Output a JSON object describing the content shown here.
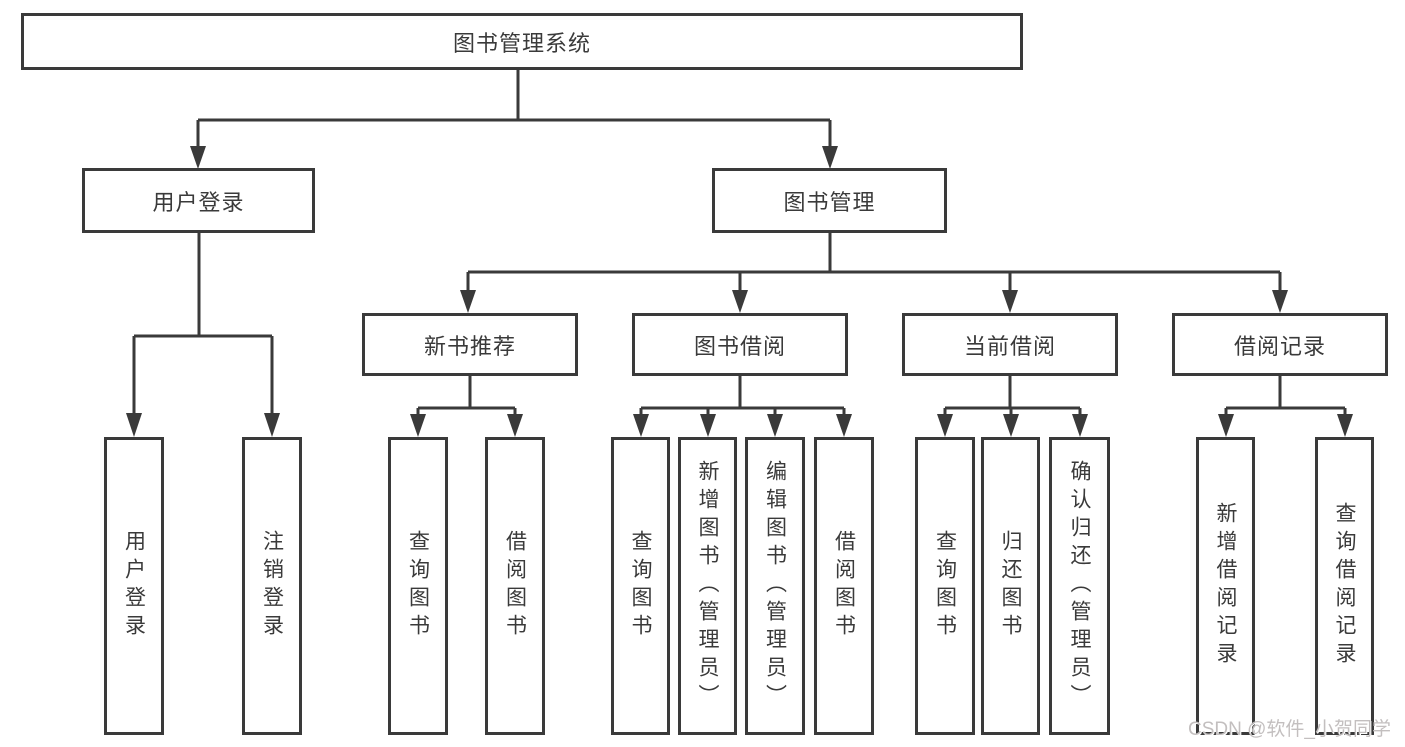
{
  "diagram": {
    "root": "图书管理系统",
    "branches": [
      {
        "label": "用户登录",
        "children": [
          "用户登录",
          "注销登录"
        ]
      },
      {
        "label": "图书管理",
        "sections": [
          {
            "label": "新书推荐",
            "children": [
              "查询图书",
              "借阅图书"
            ]
          },
          {
            "label": "图书借阅",
            "children": [
              "查询图书",
              "新增图书（管理员）",
              "编辑图书（管理员）",
              "借阅图书"
            ]
          },
          {
            "label": "当前借阅",
            "children": [
              "查询图书",
              "归还图书",
              "确认归还（管理员）"
            ]
          },
          {
            "label": "借阅记录",
            "children": [
              "新增借阅记录",
              "查询借阅记录"
            ]
          }
        ]
      }
    ]
  },
  "watermark": "CSDN @软件_小贺同学",
  "colors": {
    "line": "#3a3a3a",
    "background": "#ffffff",
    "watermark": "#c3bfbf"
  }
}
